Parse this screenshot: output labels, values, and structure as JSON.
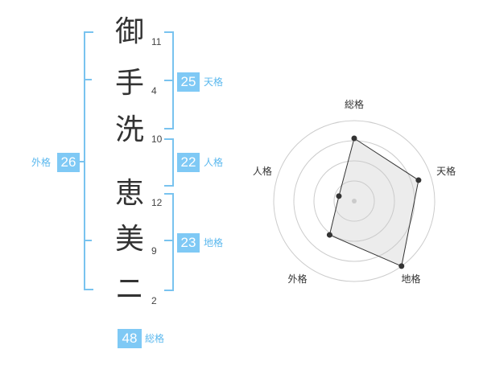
{
  "name": {
    "chars": [
      {
        "char": "御",
        "strokes": "11"
      },
      {
        "char": "手",
        "strokes": "4"
      },
      {
        "char": "洗",
        "strokes": "10"
      },
      {
        "char": "恵",
        "strokes": "12"
      },
      {
        "char": "美",
        "strokes": "9"
      },
      {
        "char": "ニ",
        "strokes": "2"
      }
    ]
  },
  "kaku": {
    "tenkaku": {
      "label": "天格",
      "value": "25"
    },
    "jinkaku": {
      "label": "人格",
      "value": "22"
    },
    "chikaku": {
      "label": "地格",
      "value": "23"
    },
    "gaikaku": {
      "label": "外格",
      "value": "26"
    },
    "soukaku": {
      "label": "総格",
      "value": "48"
    }
  },
  "colors": {
    "accent": "#7fc9f5",
    "bracket": "#79c3ef",
    "label": "#5bb8ee"
  },
  "chart_data": {
    "type": "radar",
    "axes": [
      "総格",
      "天格",
      "地格",
      "外格",
      "人格"
    ],
    "values": [
      0.78,
      0.84,
      1.0,
      0.52,
      0.2
    ],
    "range": [
      0,
      1
    ],
    "rings": 4
  }
}
